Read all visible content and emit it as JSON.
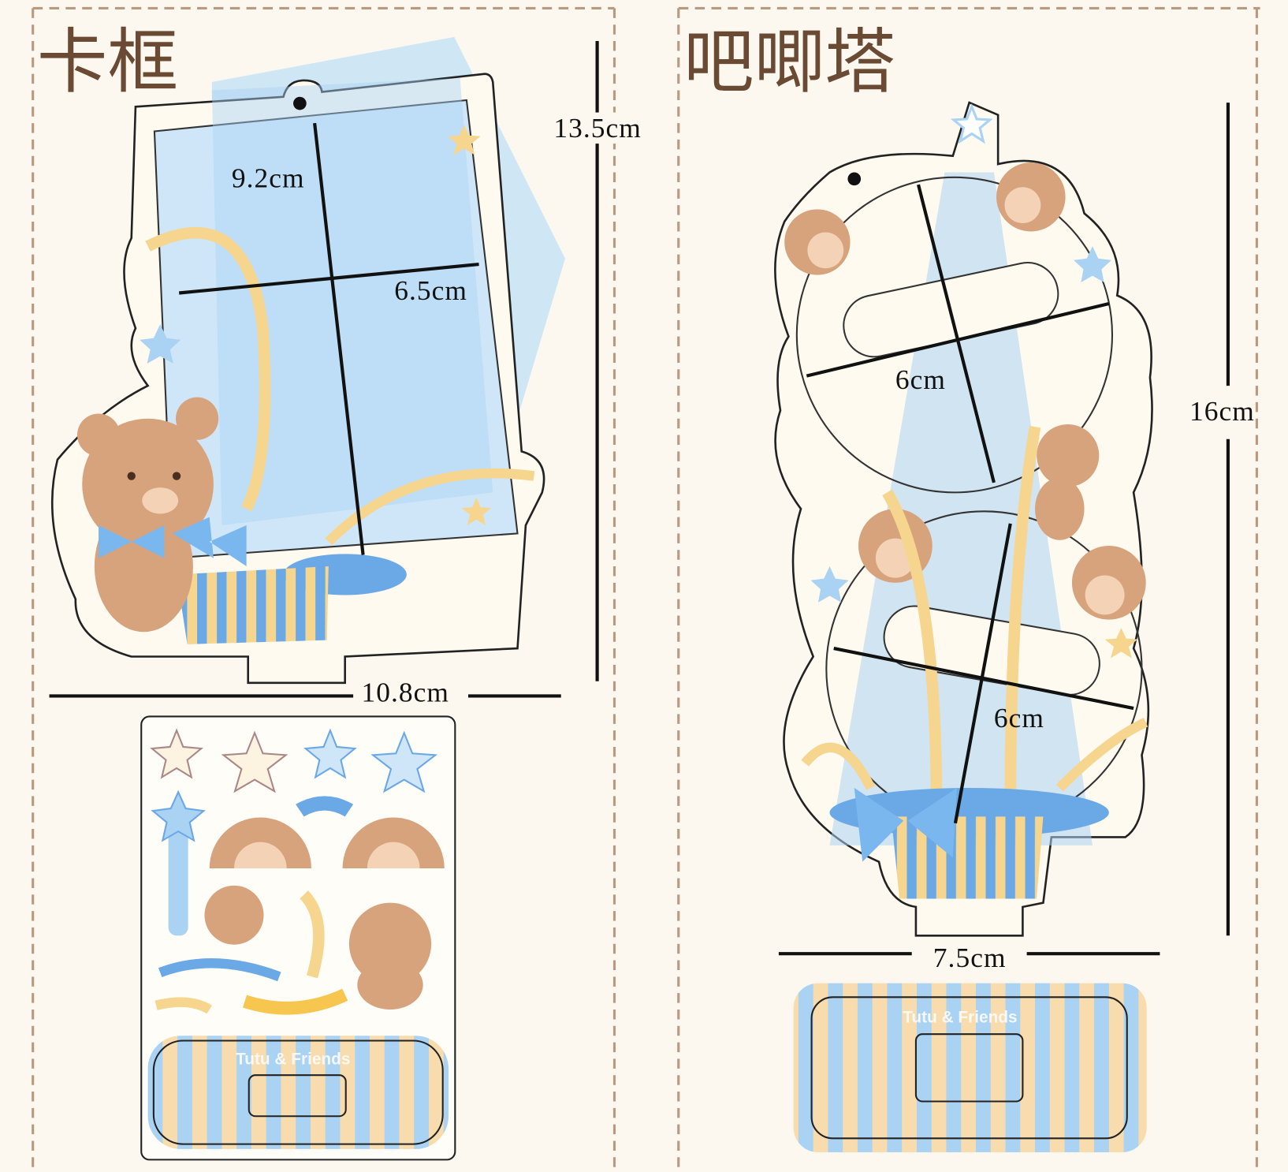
{
  "left_panel": {
    "title": "卡框",
    "height_label": "13.5cm",
    "inner_height_label": "9.2cm",
    "inner_width_label": "6.5cm",
    "width_label": "10.8cm",
    "sticker_brand": "Tutu & Friends"
  },
  "right_panel": {
    "title": "吧唧塔",
    "upper_circle_label": "6cm",
    "lower_circle_label": "6cm",
    "height_label": "16cm",
    "width_label": "7.5cm",
    "base_brand": "Tutu & Friends"
  },
  "colors": {
    "background": "#fdf8ef",
    "border_dash": "#b89a80",
    "title": "#6b4a34",
    "blue": "#a9d2f3",
    "yellow": "#f6d58e",
    "bear": "#d7a37d"
  }
}
